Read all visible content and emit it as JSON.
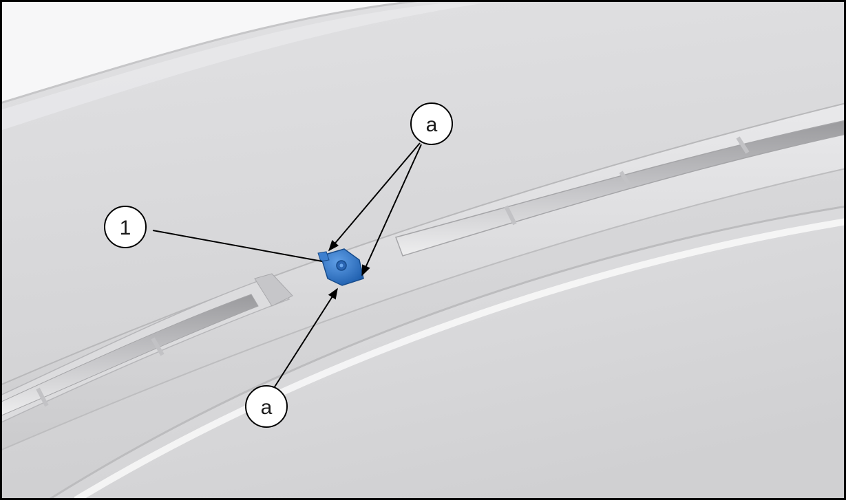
{
  "callouts": {
    "part_1": "1",
    "arrow_a_top": "a",
    "arrow_a_bottom": "a"
  },
  "colors": {
    "panel": "#d2d2d4",
    "clip": "#2f73c4",
    "frame": "#000000"
  }
}
